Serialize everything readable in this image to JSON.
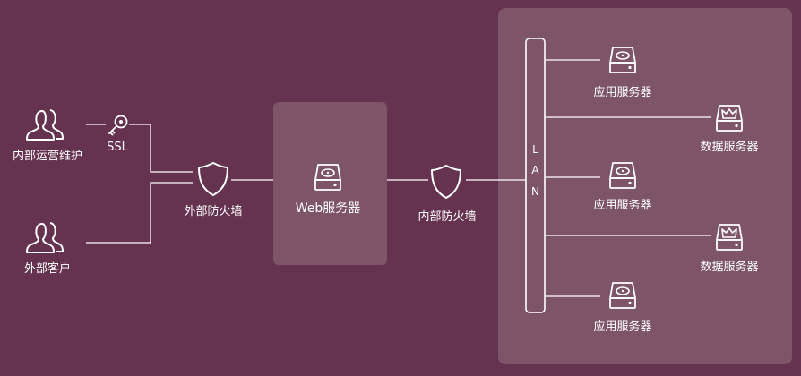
{
  "colors": {
    "background": "#65334f",
    "panel": "#7d5468",
    "lines": "#ffffff"
  },
  "nodes": {
    "internal_ops": {
      "label": "内部运营维护",
      "icon": "users-icon"
    },
    "ssl": {
      "label": "SSL",
      "icon": "key-icon"
    },
    "external_clients": {
      "label": "外部客户",
      "icon": "users-icon"
    },
    "external_firewall": {
      "label": "外部防火墙",
      "icon": "shield-icon"
    },
    "web_server": {
      "label": "Web服务器",
      "icon": "server-drive-icon"
    },
    "internal_firewall": {
      "label": "内部防火墙",
      "icon": "shield-icon"
    },
    "lan": {
      "letters": [
        "L",
        "A",
        "N"
      ]
    },
    "app_server_1": {
      "label": "应用服务器",
      "icon": "server-drive-icon"
    },
    "db_server_1": {
      "label": "数据服务器",
      "icon": "database-crown-icon"
    },
    "app_server_2": {
      "label": "应用服务器",
      "icon": "server-drive-icon"
    },
    "db_server_2": {
      "label": "数据服务器",
      "icon": "database-crown-icon"
    },
    "app_server_3": {
      "label": "应用服务器",
      "icon": "server-drive-icon"
    }
  }
}
